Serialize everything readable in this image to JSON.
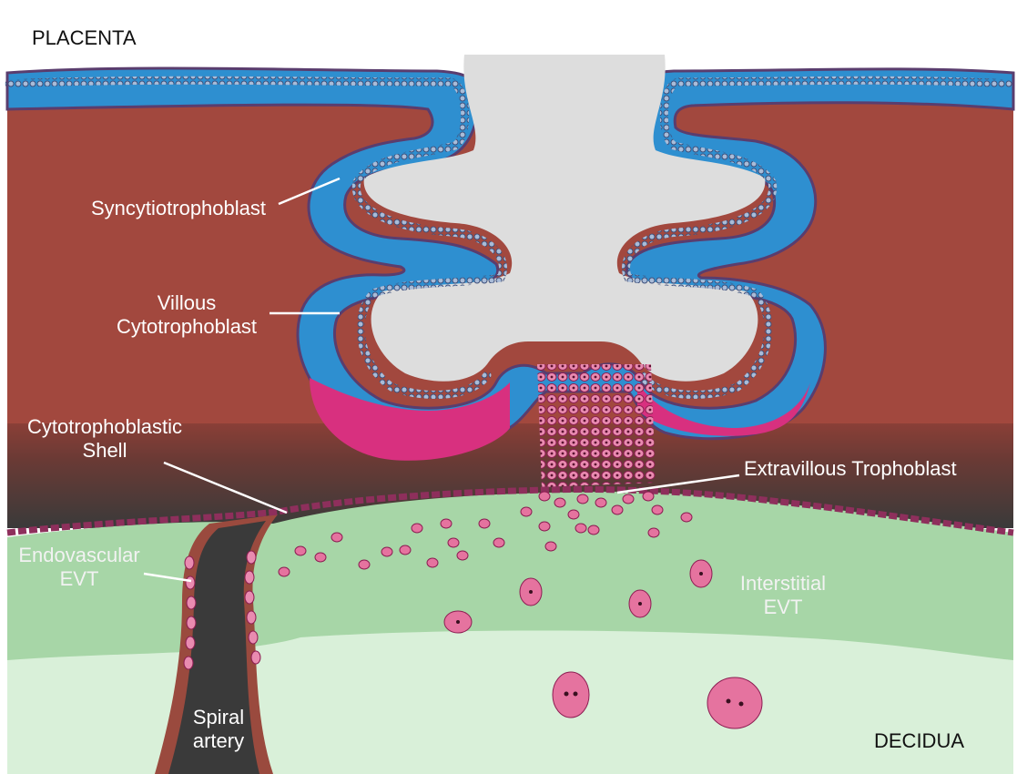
{
  "labels": {
    "placenta": "PLACENTA",
    "decidua": "DECIDUA",
    "syncytiotrophoblast": "Syncytiotrophoblast",
    "villous_cytotrophoblast_line1": "Villous",
    "villous_cytotrophoblast_line2": "Cytotrophoblast",
    "cytotrophoblastic_shell_line1": "Cytotrophoblastic",
    "cytotrophoblastic_shell_line2": "Shell",
    "extravillous_trophoblast": "Extravillous Trophoblast",
    "endovascular_evt_line1": "Endovascular",
    "endovascular_evt_line2": "EVT",
    "interstitial_evt_line1": "Interstitial",
    "interstitial_evt_line2": "EVT",
    "spiral_artery_line1": "Spiral",
    "spiral_artery_line2": "artery"
  },
  "colors": {
    "placenta_tissue": "#a2483e",
    "intervillous_space": "#dddddd",
    "syncytiotrophoblast": "#2e8fd0",
    "cytotrophoblast_cell": "#9fb2cf",
    "evt_pink": "#d8307f",
    "evt_cell": "#e5739f",
    "shell_band": "#3a3a3a",
    "decidua_green": "#a7d6a7",
    "decidua_pale": "#d9f0d9",
    "artery_lumen": "#3a3a3a",
    "artery_wall": "#9a4a3e",
    "white_background": "#ffffff"
  }
}
